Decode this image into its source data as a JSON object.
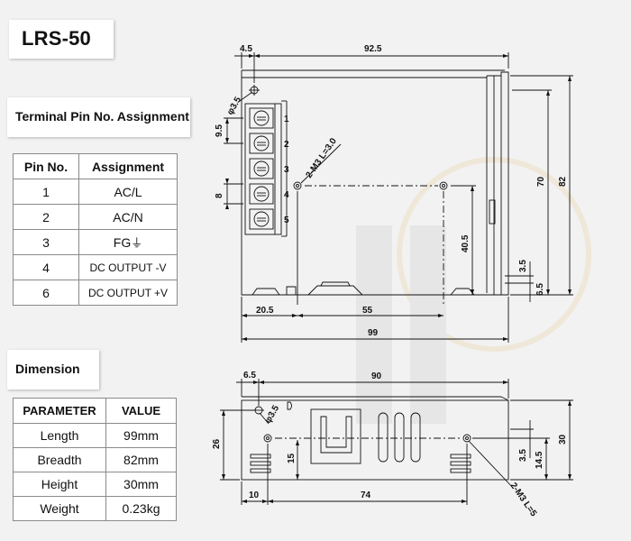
{
  "model": "LRS-50",
  "terminal": {
    "heading": "Terminal Pin No. Assignment",
    "columns": [
      "Pin No.",
      "Assignment"
    ],
    "rows": [
      {
        "pin": "1",
        "assignment": "AC/L"
      },
      {
        "pin": "2",
        "assignment": "AC/N"
      },
      {
        "pin": "3",
        "assignment": "FG"
      },
      {
        "pin": "4",
        "assignment": "DC OUTPUT -V"
      },
      {
        "pin": "6",
        "assignment": "DC OUTPUT +V"
      }
    ],
    "ground_symbol": "⏚"
  },
  "dimension": {
    "heading": "Dimension",
    "columns": [
      "PARAMETER",
      "VALUE"
    ],
    "rows": [
      {
        "parameter": "Length",
        "value": "99mm"
      },
      {
        "parameter": "Breadth",
        "value": "82mm"
      },
      {
        "parameter": "Height",
        "value": "30mm"
      },
      {
        "parameter": "Weight",
        "value": "0.23kg"
      }
    ]
  },
  "drawing_top": {
    "pin_labels": [
      "1",
      "2",
      "3",
      "4",
      "5"
    ],
    "dims": {
      "left_offset": "4.5",
      "width_inner": "92.5",
      "hole_dia": "φ3.5",
      "pin_pitch": "9.5",
      "terminal_width": "8",
      "screw_note": "2-M3 L=3.0",
      "height_70": "70",
      "height_82": "82",
      "hole_height": "40.5",
      "bottom_35": "3.5",
      "bottom_65": "6.5",
      "hole_left": "20.5",
      "hole_span": "55",
      "total_length": "99"
    }
  },
  "drawing_side": {
    "dims": {
      "left_offset": "6.5",
      "width_inner": "90",
      "hole_dia": "φ3.5",
      "height_26": "26",
      "hole_height": "15",
      "total_height": "30",
      "side_35": "3.5",
      "side_145": "14.5",
      "hole_left": "10",
      "hole_span": "74",
      "screw_note": "2-M3 L=5"
    }
  }
}
